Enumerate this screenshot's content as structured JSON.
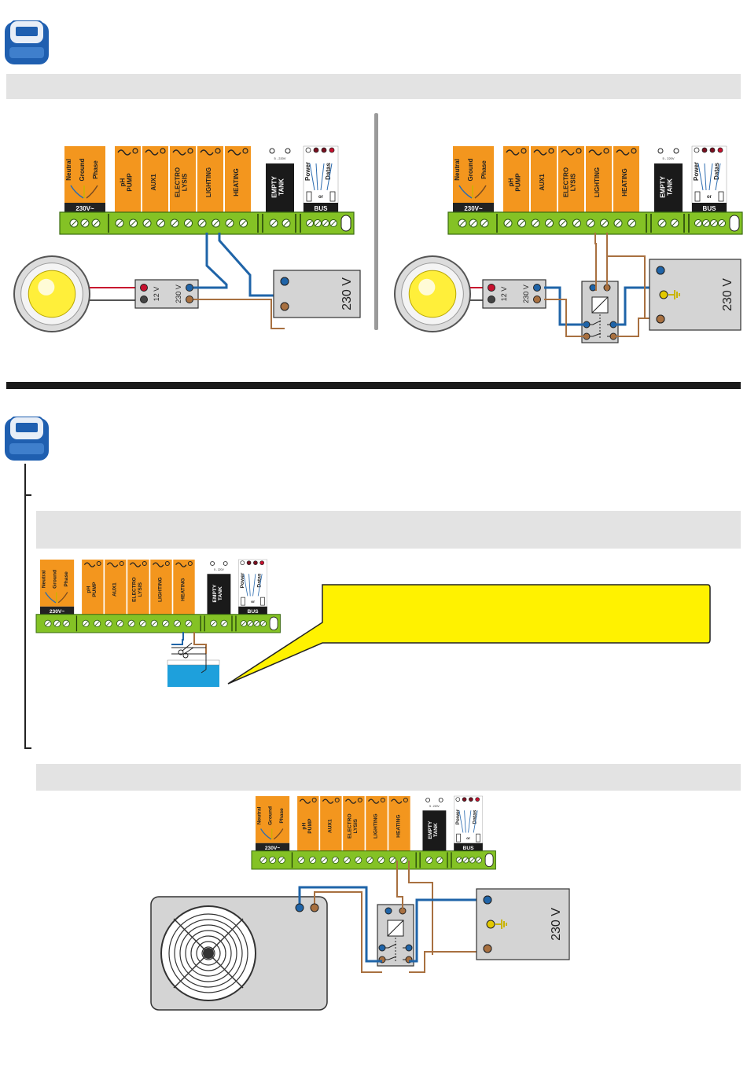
{
  "terminal": {
    "modules": {
      "neutral": "Neutral",
      "ground": "Ground",
      "phase": "Phase",
      "mains": "230V~",
      "ph_pump": [
        "pH",
        "PUMP"
      ],
      "aux1": "AUX1",
      "electrolysis": [
        "ELECTRO",
        "LYSIS"
      ],
      "lighting": "LIGHTING",
      "heating": "HEATING",
      "empty_tank": [
        "EMPTY",
        "TANK"
      ],
      "empty_tank_range": "5 - 220V",
      "power": "Power",
      "datas": "Datas",
      "or": "or",
      "bus": "BUS"
    }
  },
  "transformer": {
    "v12": "12 V",
    "v230": "230 V"
  },
  "load_box": {
    "voltage": "230 V"
  },
  "colors": {
    "orange": "#f3961e",
    "green": "#84c225",
    "blue_wire": "#1f64a8",
    "brown_wire": "#a87040",
    "band_gray": "#e3e3e3",
    "water": "#1ea0dc",
    "callout": "#fff200",
    "lamp": "#ffef3a",
    "logo": "#1f5fb0"
  },
  "icons": [
    "controller-logo-icon",
    "lamp-icon",
    "relay-icon",
    "scissors-icon",
    "fan-icon",
    "ground-symbol-icon"
  ]
}
